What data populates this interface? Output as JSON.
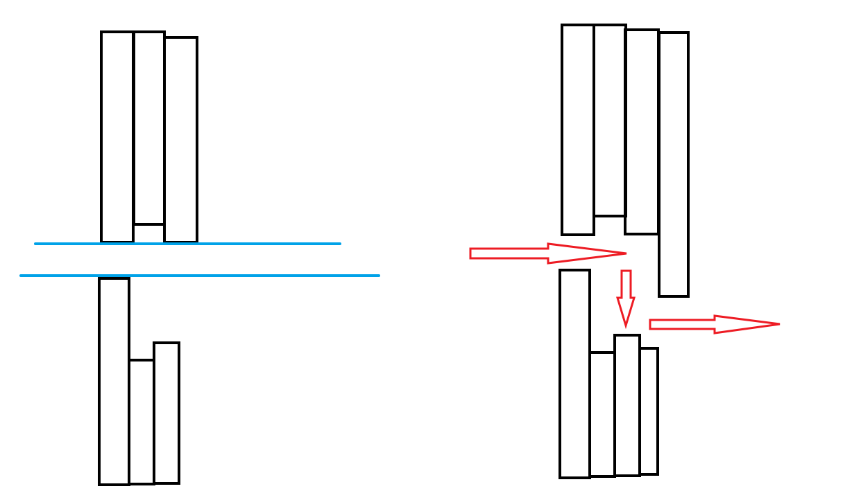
{
  "colors": {
    "background": "#ffffff",
    "box_outline": "#000000",
    "boundary_line": "#00a2e8",
    "arrow_outline": "#ed1c24"
  },
  "left_panel": {
    "upper_group": {
      "box_count": 3
    },
    "lower_group": {
      "box_count": 3
    },
    "boundary_lines": {
      "count": 2
    }
  },
  "right_panel": {
    "upper_group": {
      "box_count": 4
    },
    "lower_group": {
      "box_count": 4
    },
    "arrows": [
      {
        "direction": "right",
        "style": "hollow"
      },
      {
        "direction": "down",
        "style": "hollow"
      },
      {
        "direction": "right",
        "style": "hollow"
      }
    ]
  }
}
